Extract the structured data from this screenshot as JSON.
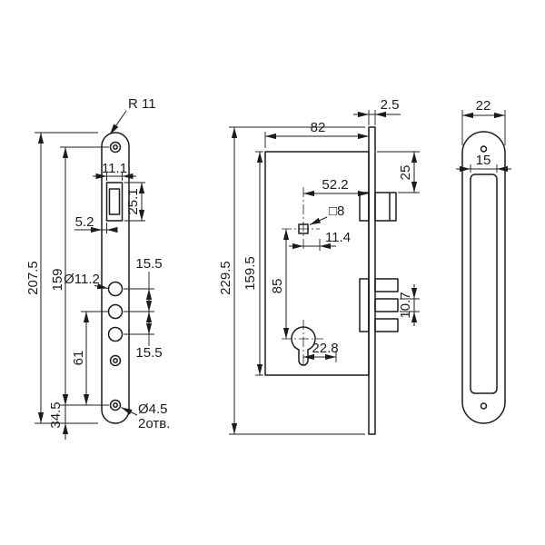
{
  "colors": {
    "background": "#ffffff",
    "line": "#1c1c1c"
  },
  "views": {
    "faceplate": {
      "labels": {
        "radius": "R 11",
        "slot_width": "11.1",
        "slot_height": "25.1",
        "slot_offset": "5.2",
        "overall_height": "207.5",
        "centers_span": "159",
        "pitch_upper": "15.5",
        "pitch_lower": "15.5",
        "hole_diameter": "Ø11.2",
        "lower_span": "61",
        "bottom_offset": "34.5",
        "screw_diameter": "Ø4.5",
        "screw_count": "2отв."
      }
    },
    "body": {
      "labels": {
        "plate_thickness": "2.5",
        "case_width": "82",
        "latch_offset": "25",
        "spindle_offset": "52.2",
        "spindle_square": "□8",
        "latch_center": "11.4",
        "overall_height": "229.5",
        "case_height": "159.5",
        "centers_distance": "85",
        "bolt_pitch": "10.7",
        "cylinder_offset": "22.8"
      }
    },
    "strike": {
      "labels": {
        "outer_width": "22",
        "recess_width": "15"
      }
    }
  }
}
